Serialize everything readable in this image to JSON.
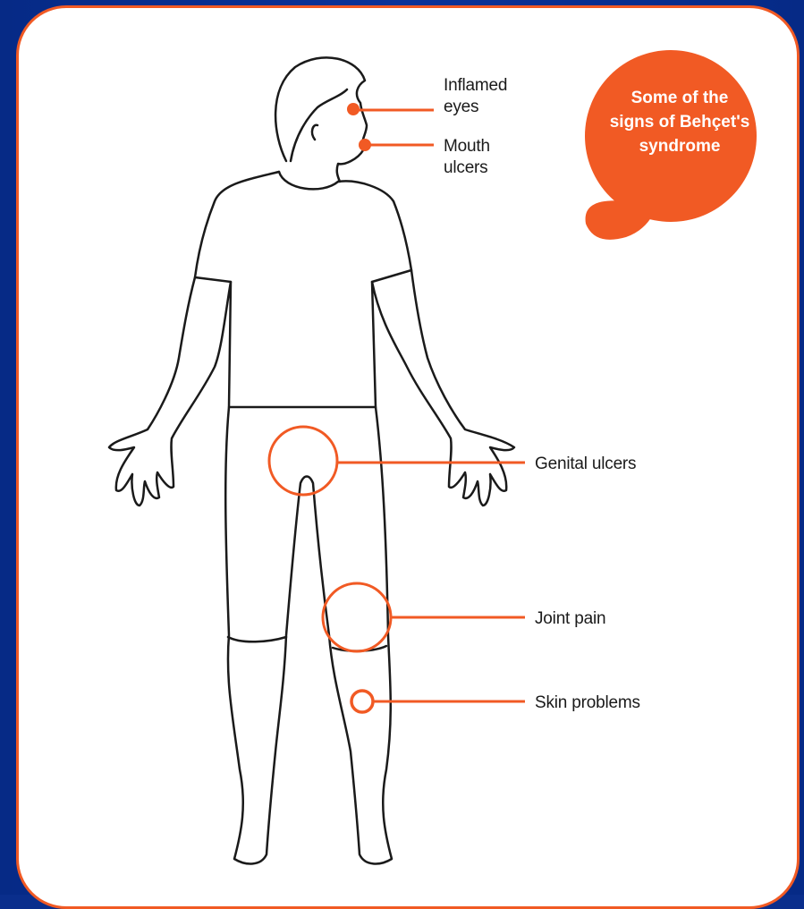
{
  "callout": {
    "text": "Some of the\nsigns of Behçet's\nsyndrome"
  },
  "signs": {
    "eyes": "Inflamed\neyes",
    "mouth": "Mouth\nulcers",
    "genital": "Genital ulcers",
    "joint": "Joint pain",
    "skin": "Skin problems"
  },
  "colors": {
    "accent": "#f15a24",
    "background": "#0a2e8c",
    "panel": "#ffffff",
    "outline": "#1a1a1a"
  }
}
